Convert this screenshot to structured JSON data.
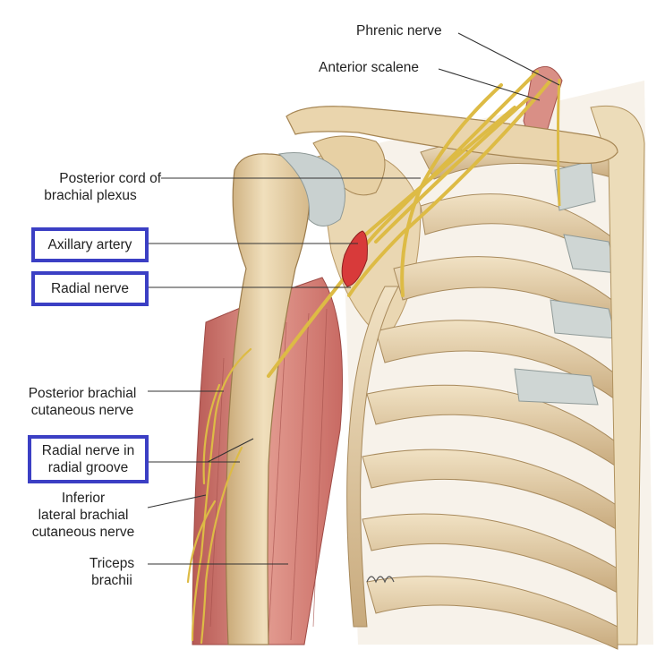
{
  "labels": {
    "phrenic_nerve": "Phrenic nerve",
    "anterior_scalene": "Anterior scalene",
    "posterior_cord_line1": "Posterior cord of",
    "posterior_cord_line2": "brachial plexus",
    "axillary_artery": "Axillary artery",
    "radial_nerve": "Radial nerve",
    "posterior_brachial_line1": "Posterior brachial",
    "posterior_brachial_line2": "cutaneous nerve",
    "radial_groove_line1": "Radial nerve in",
    "radial_groove_line2": "radial groove",
    "inferior_lateral_line1": "Inferior",
    "inferior_lateral_line2": "lateral brachial",
    "inferior_lateral_line3": "cutaneous nerve",
    "triceps_line1": "Triceps",
    "triceps_line2": "brachii"
  },
  "colors": {
    "highlight_box": "#3b3fc4",
    "bone": "#e8d4ac",
    "cartilage": "#c9d1d0",
    "muscle": "#d0776f",
    "nerve": "#e2c24a",
    "artery": "#d83a3a"
  }
}
